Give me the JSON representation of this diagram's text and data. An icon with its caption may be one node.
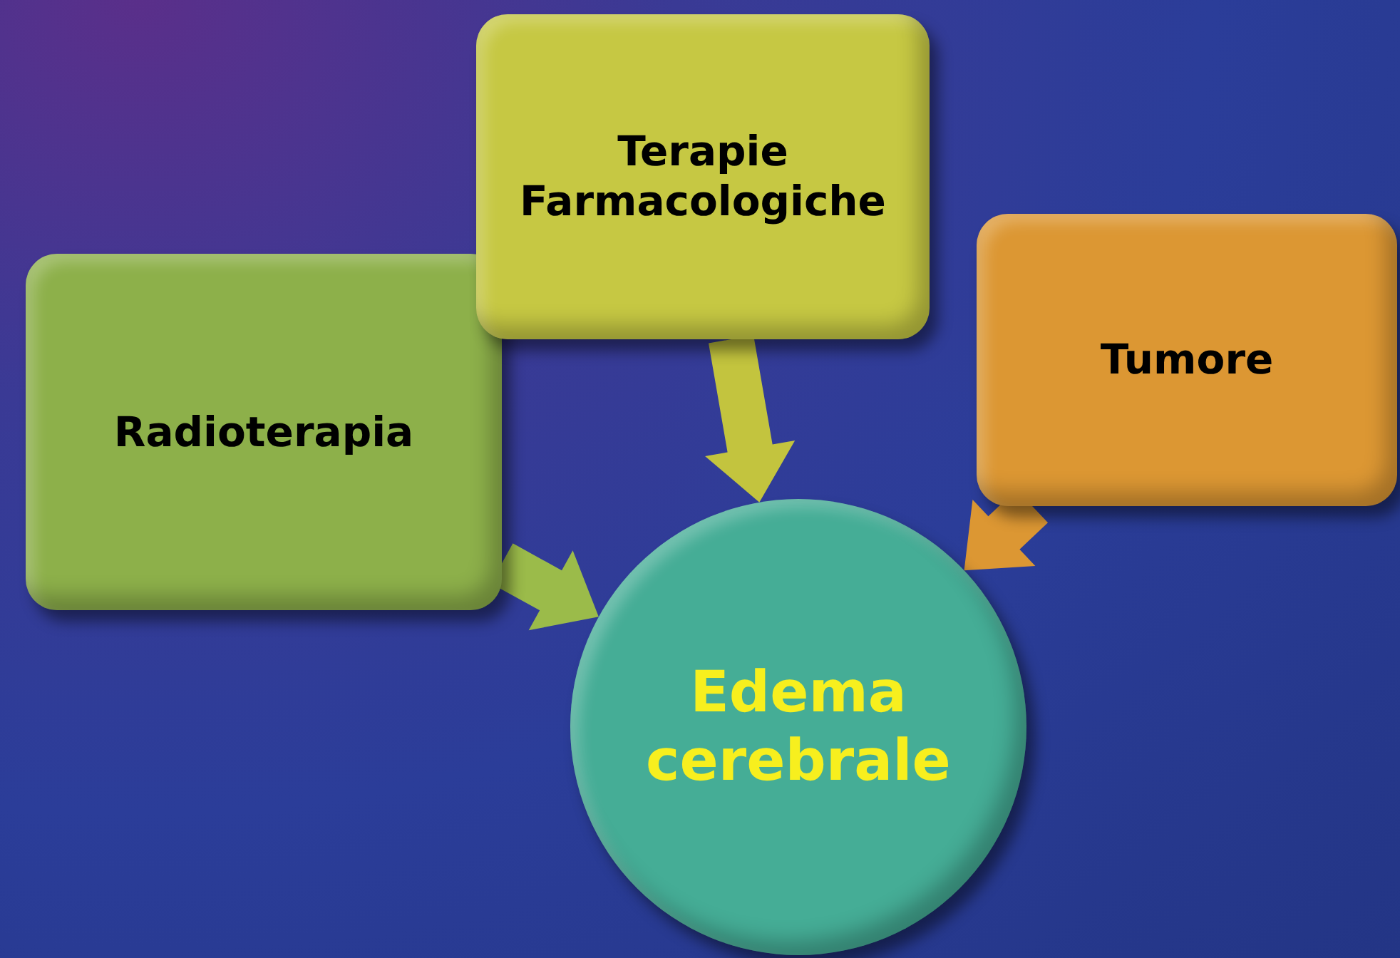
{
  "diagram": {
    "nodes": [
      {
        "text": [
          "Radioterapia"
        ]
      },
      {
        "text": [
          "Terapie Farmacologiche"
        ]
      },
      {
        "text": [
          "Tumore"
        ]
      },
      {
        "text": [
          "Edema cerebrale"
        ]
      }
    ],
    "edges": [
      {
        "from": 0,
        "to": 3,
        "arrow": "to",
        "style": "thick",
        "color": "#9bbb4a"
      },
      {
        "from": 1,
        "to": 3,
        "arrow": "to",
        "style": "thick",
        "color": "#c3c43e"
      },
      {
        "from": 2,
        "to": 3,
        "arrow": "to",
        "style": "thick",
        "color": "#dc9733"
      }
    ]
  }
}
